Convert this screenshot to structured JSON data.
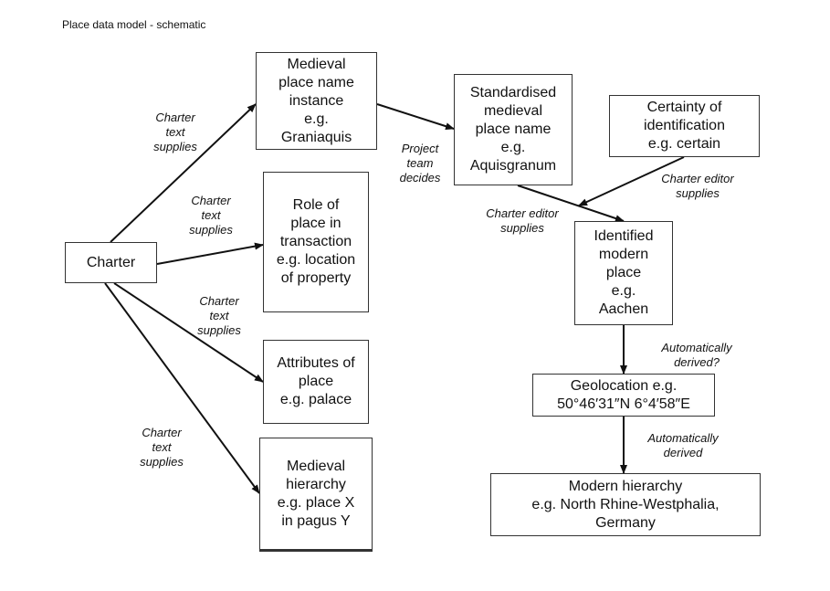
{
  "title": "Place data model - schematic",
  "nodes": {
    "charter": "Charter",
    "medieval_name": "Medieval\nplace name\ninstance\ne.g.\nGraniaquis",
    "role": "Role of\nplace in\ntransaction\ne.g. location\nof property",
    "attributes": "Attributes of\nplace\ne.g. palace",
    "medieval_hierarchy": "Medieval\nhierarchy\ne.g. place X\nin pagus Y",
    "standardised": "Standardised\nmedieval\nplace name\ne.g.\nAquisgranum",
    "certainty": "Certainty of\nidentification\ne.g. certain",
    "identified": "Identified\nmodern\nplace\ne.g.\nAachen",
    "geolocation": "Geolocation e.g.\n50°46′31″N 6°4′58″E",
    "modern_hierarchy": "Modern hierarchy\ne.g. North Rhine-Westphalia,\nGermany"
  },
  "edge_labels": {
    "charter_to_name": "Charter\ntext\nsupplies",
    "charter_to_role": "Charter\ntext\nsupplies",
    "charter_to_attributes": "Charter\ntext\nsupplies",
    "charter_to_hierarchy": "Charter\ntext\nsupplies",
    "project_team": "Project\nteam\ndecides",
    "editor_left": "Charter editor\nsupplies",
    "editor_right": "Charter editor\nsupplies",
    "auto_derived_q": "Automatically\nderived?",
    "auto_derived": "Automatically\nderived"
  },
  "edges": [
    {
      "from": "charter",
      "to": "medieval_name"
    },
    {
      "from": "charter",
      "to": "role"
    },
    {
      "from": "charter",
      "to": "attributes"
    },
    {
      "from": "charter",
      "to": "medieval_hierarchy"
    },
    {
      "from": "medieval_name",
      "to": "standardised"
    },
    {
      "from": "standardised",
      "to": "identified"
    },
    {
      "from": "certainty",
      "to": "identified"
    },
    {
      "from": "identified",
      "to": "geolocation"
    },
    {
      "from": "geolocation",
      "to": "modern_hierarchy"
    }
  ]
}
